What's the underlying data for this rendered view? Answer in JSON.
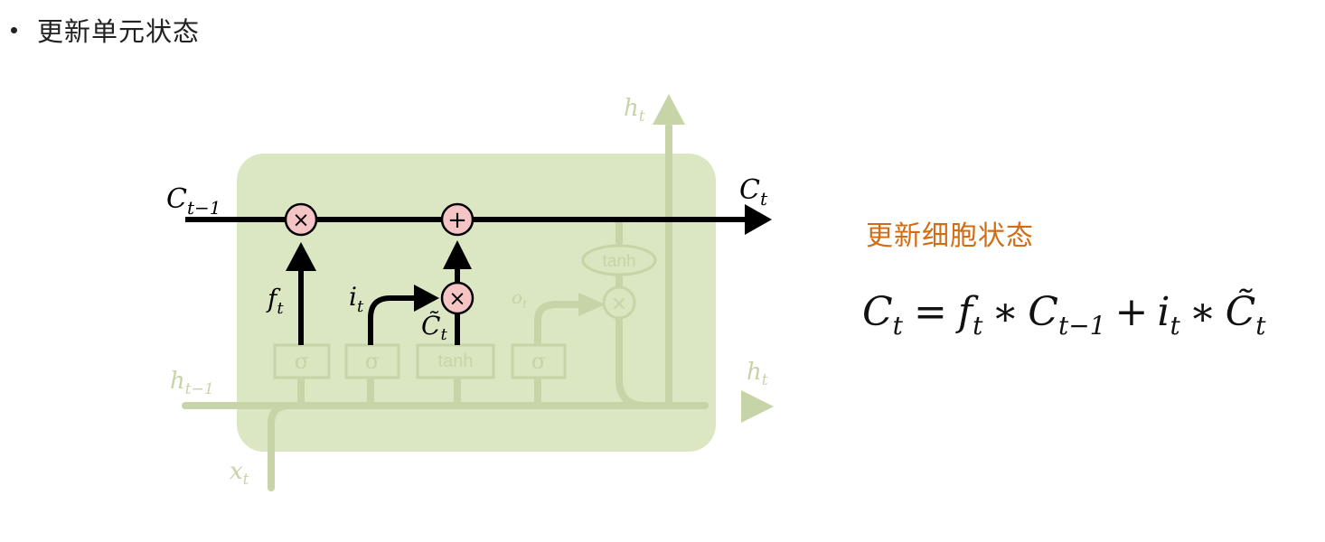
{
  "heading": {
    "bullet_text": "更新单元状态"
  },
  "diagram": {
    "labels": {
      "c_prev": "C",
      "c_prev_sub": "t−1",
      "c_out": "C",
      "c_out_sub": "t",
      "h_top": "h",
      "h_top_sub": "t",
      "h_right": "h",
      "h_right_sub": "t",
      "h_prev": "h",
      "h_prev_sub": "t−1",
      "x_in": "x",
      "x_in_sub": "t",
      "f": "f",
      "f_sub": "t",
      "i": "i",
      "i_sub": "t",
      "c_tilde": "C̃",
      "c_tilde_sub": "t",
      "o": "o",
      "o_sub": "t"
    },
    "ops": {
      "mult1": "×",
      "add": "+",
      "mult2": "×",
      "mult3": "×"
    },
    "gates": {
      "g1": "σ",
      "g2": "σ",
      "g3": "tanh",
      "g4": "σ",
      "tanh_out": "tanh"
    }
  },
  "side": {
    "title": "更新细胞状态",
    "formula": {
      "lhs": "C",
      "lhs_sub": "t",
      "eq": "=",
      "f": "f",
      "f_sub": "t",
      "star1": "∗",
      "c": "C",
      "c_sub": "t−1",
      "plus": "+",
      "i": "i",
      "i_sub": "t",
      "star2": "∗",
      "ct": "C̃",
      "ct_sub": "t"
    }
  }
}
